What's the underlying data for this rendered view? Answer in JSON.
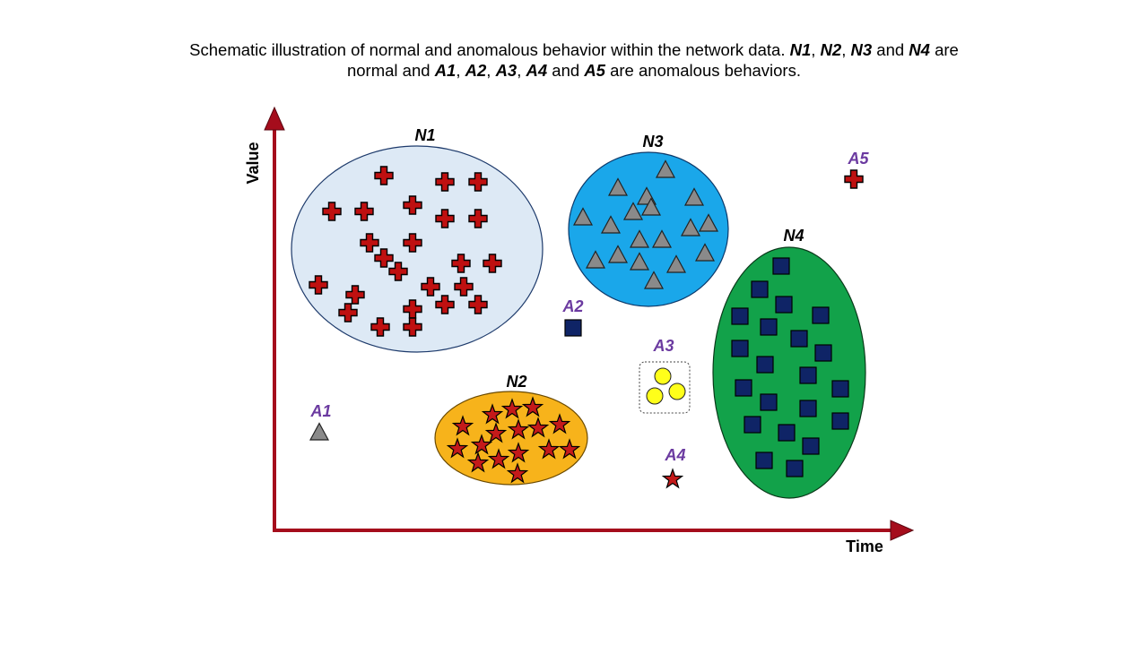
{
  "caption": {
    "line1_pre": "Schematic illustration of normal and anomalous behavior within the network data.",
    "n1": "N1",
    "n2": "N2",
    "n3": "N3",
    "n4": "N4",
    "line1_and": "and",
    "line1_post": "are",
    "line2_pre": "normal and",
    "a1": "A1",
    "a2": "A2",
    "a3": "A3",
    "a4": "A4",
    "a5": "A5",
    "line2_and": "and",
    "line2_post": "are anomalous behaviors."
  },
  "axes": {
    "x_label": "Time",
    "y_label": "Value",
    "color": "#a50d1c"
  },
  "clusters": {
    "n1": {
      "label": "N1",
      "fill": "#dde9f5",
      "marker": "cross",
      "marker_color": "#bf1010"
    },
    "n2": {
      "label": "N2",
      "fill": "#f7b31b",
      "marker": "star",
      "marker_color": "#c41a1a"
    },
    "n3": {
      "label": "N3",
      "fill": "#1aa7ea",
      "marker": "triangle",
      "marker_color": "#8a8a8a"
    },
    "n4": {
      "label": "N4",
      "fill": "#12a24a",
      "marker": "square",
      "marker_color": "#0f2466"
    }
  },
  "anomalies": {
    "a1": {
      "label": "A1",
      "marker": "triangle"
    },
    "a2": {
      "label": "A2",
      "marker": "square"
    },
    "a3": {
      "label": "A3",
      "marker": "circle-group",
      "marker_color": "#ffff1a"
    },
    "a4": {
      "label": "A4",
      "marker": "star"
    },
    "a5": {
      "label": "A5",
      "marker": "cross"
    },
    "label_color": "#6b3aa0"
  }
}
